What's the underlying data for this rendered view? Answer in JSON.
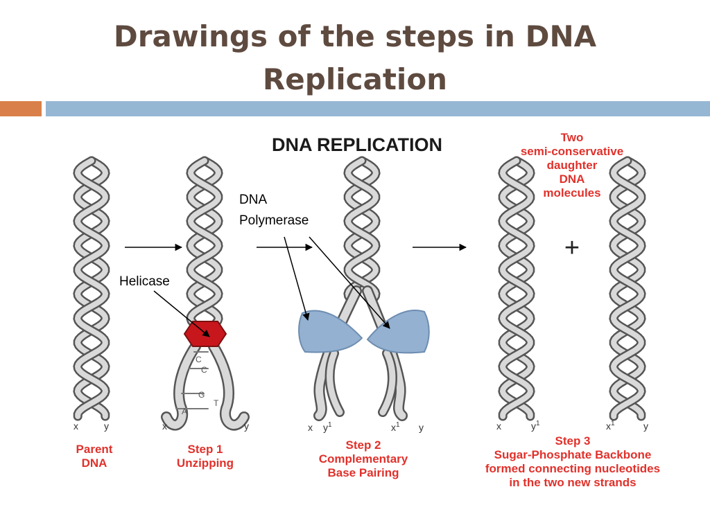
{
  "slide": {
    "title_line1": "Drawings of the steps in DNA",
    "title_line2": "Replication"
  },
  "colors": {
    "title": "#5e4a3f",
    "accent_orange": "#d9804a",
    "accent_blue": "#96b7d4",
    "label_red": "#e0312b",
    "enzyme_blue": "#94b1d1",
    "helicase_red": "#c8161d",
    "strand_fill": "#d9d9d9",
    "strand_edge": "#555555"
  },
  "diagram": {
    "heading": "DNA REPLICATION",
    "parent": {
      "line1": "Parent",
      "line2": "DNA",
      "x_label": "x",
      "y_label": "y"
    },
    "step1": {
      "line1": "Step 1",
      "line2": "Unzipping",
      "x_label": "x",
      "y_label": "y",
      "bases": [
        "C",
        "C",
        "G",
        "T",
        "A"
      ]
    },
    "step2": {
      "line1": "Step 2",
      "line2": "Complementary",
      "line3": "Base Pairing",
      "left_x": "x",
      "left_y": "y",
      "left_y_sup": "1",
      "right_x": "x",
      "right_x_sup": "1",
      "right_y": "y"
    },
    "step3": {
      "line1": "Step 3",
      "line2": "Sugar-Phosphate Backbone",
      "line3": "formed connecting nucleotides",
      "line4": "in the two new strands",
      "left_x": "x",
      "left_y": "y",
      "left_y_sup": "1",
      "right_x": "x",
      "right_x_sup": "1",
      "right_y": "y"
    },
    "daughter": {
      "line1": "Two",
      "line2": "semi-conservative",
      "line3": "daughter",
      "line4": "DNA",
      "line5": "molecules"
    },
    "plus": "+",
    "helicase_label": "Helicase",
    "polymerase_label_line1": "DNA",
    "polymerase_label_line2": "Polymerase"
  }
}
